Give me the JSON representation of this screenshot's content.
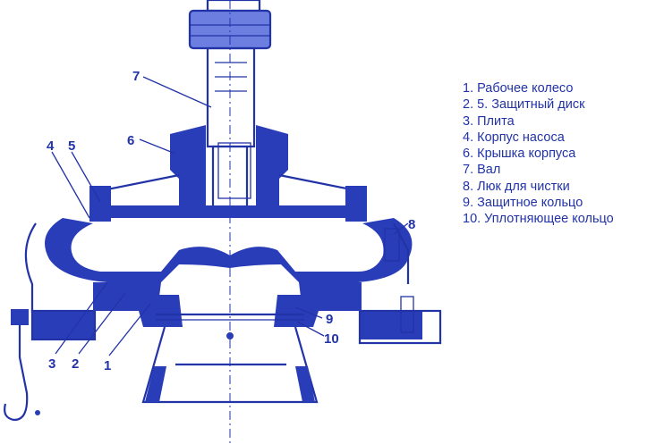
{
  "colors": {
    "ink": "#2233a8",
    "ink_fill": "#2a3db8",
    "background": "#ffffff"
  },
  "callouts": [
    "7",
    "6",
    "4",
    "5",
    "8",
    "3",
    "2",
    "1",
    "9",
    "10"
  ],
  "legend": [
    "1.  Рабочее колесо",
    "2. 5. Защитный диск",
    "3.  Плита",
    "4.  Корпус насоса",
    "6.  Крышка корпуса",
    "7.  Вал",
    "8.  Люк для чистки",
    "9.  Защитное кольцо",
    "10. Уплотняющее кольцо"
  ]
}
